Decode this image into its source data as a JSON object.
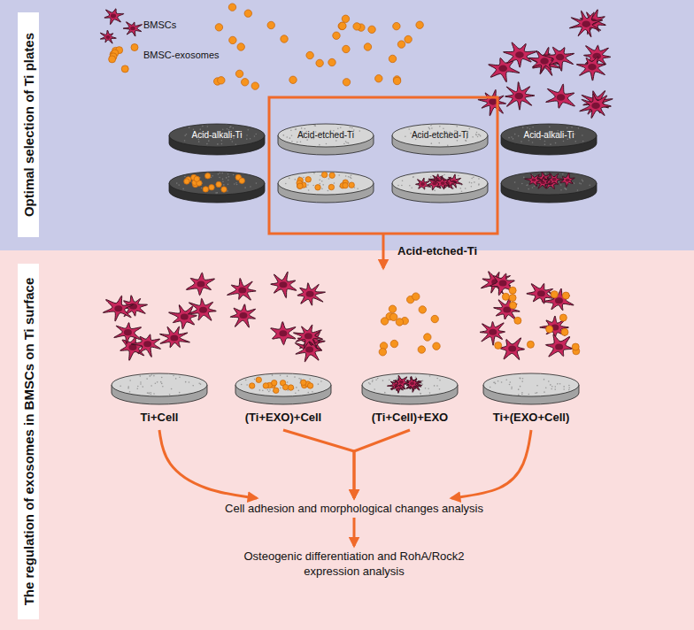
{
  "diagram": {
    "nodes": [
      {
        "text": [
          "Optimal selection of Ti plates"
        ]
      },
      {
        "text": [
          "Acid-alkali-Ti"
        ],
        "in": 0
      },
      {
        "text": [
          "Acid-etched-Ti"
        ],
        "in": 0
      },
      {
        "text": [
          "Acid-etched-Ti"
        ],
        "in": 0
      },
      {
        "text": [
          "Acid-alkali-Ti"
        ],
        "in": 0
      },
      {
        "text": [
          "The regulation of exosomes in BMSCs on Ti surface"
        ]
      },
      {
        "text": [
          "Ti+Cell"
        ],
        "in": 5
      },
      {
        "text": [
          "(Ti+EXO)+Cell"
        ],
        "in": 5
      },
      {
        "text": [
          "(Ti+Cell)+EXO"
        ],
        "in": 5
      },
      {
        "text": [
          "Ti+(EXO+Cell)"
        ],
        "in": 5
      },
      {
        "text": [
          "Cell adhesion and morphological changes analysis"
        ],
        "in": 5
      },
      {
        "text": [
          "Osteogenic differentiation and RohA/Rock2 expression analysis"
        ],
        "in": 5
      }
    ],
    "edges": [
      {
        "from": 2,
        "to": 5,
        "arrow": "to",
        "label": "Acid-etched-Ti"
      },
      {
        "from": 6,
        "to": 10,
        "arrow": "to"
      },
      {
        "from": 7,
        "to": 10,
        "arrow": "to"
      },
      {
        "from": 8,
        "to": 10,
        "arrow": "to"
      },
      {
        "from": 9,
        "to": 10,
        "arrow": "to"
      },
      {
        "from": 10,
        "to": 11,
        "arrow": "to"
      }
    ],
    "labels": [
      "BMSCs",
      "BMSC-exosomes"
    ]
  }
}
